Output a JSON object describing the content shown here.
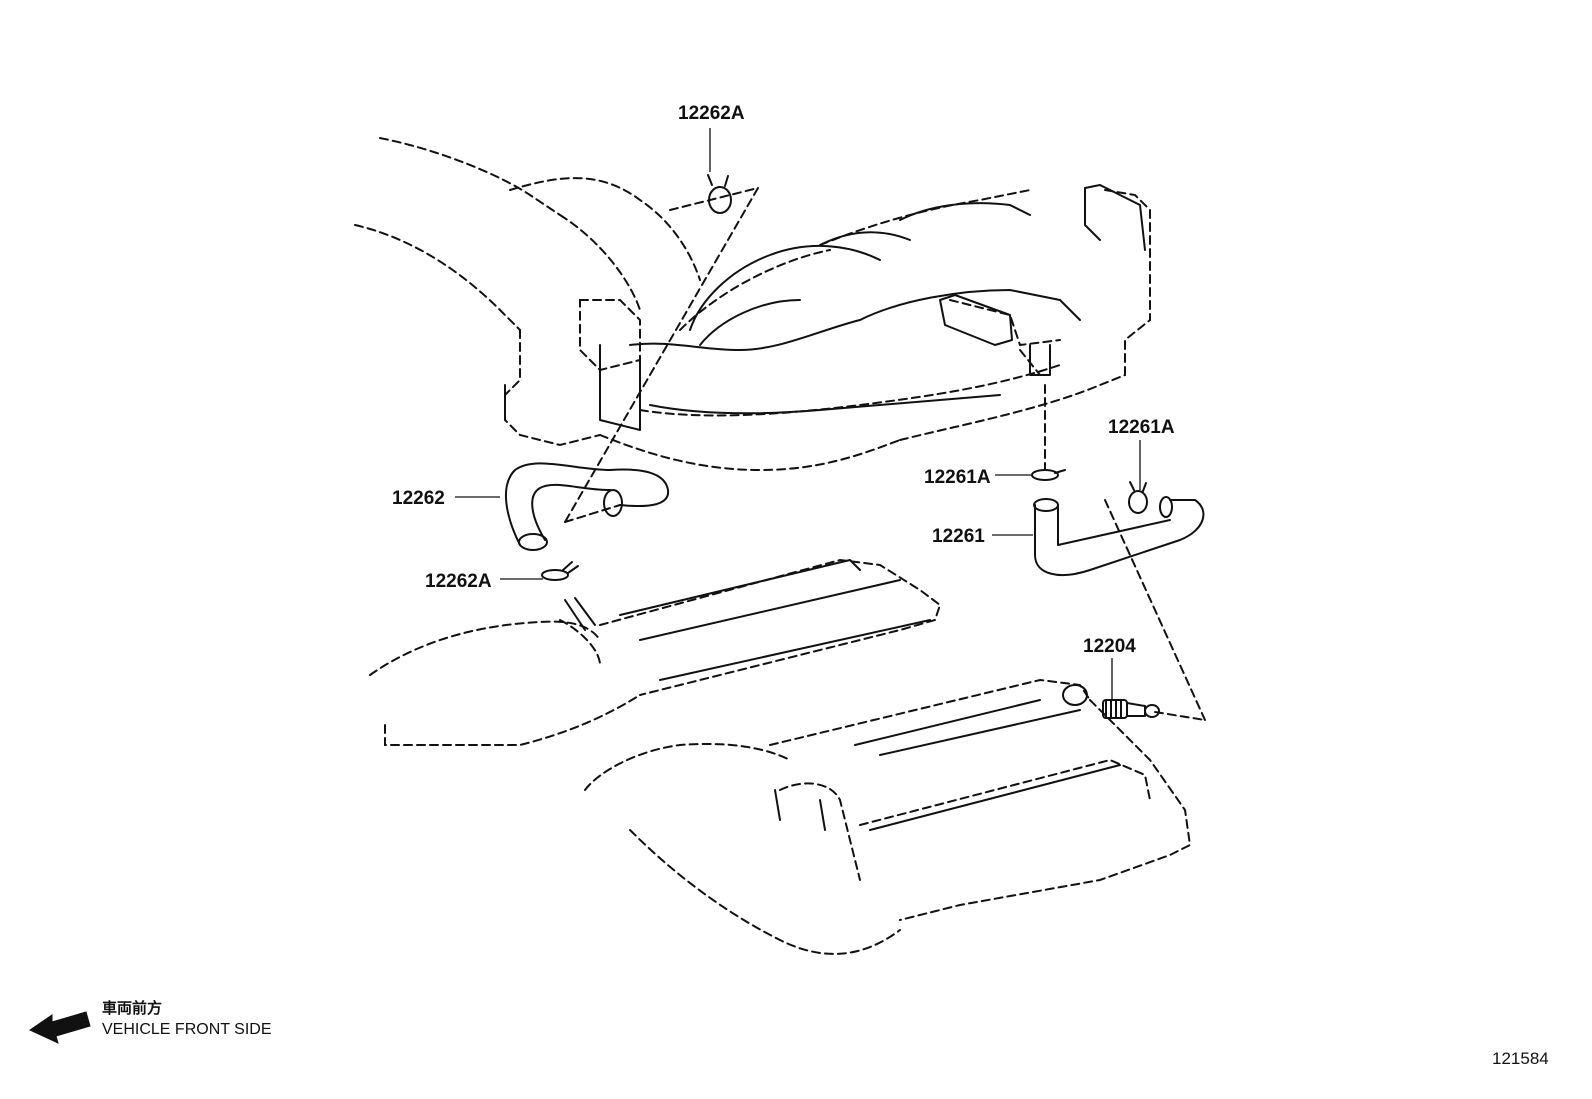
{
  "colors": {
    "line": "#111111",
    "background": "#ffffff"
  },
  "parts": {
    "clamp_upper": "12262A",
    "hose_left": "12262",
    "clamp_lower": "12262A",
    "clamp_right_upper": "12261A",
    "clamp_right_mid": "12261A",
    "hose_right": "12261",
    "pcv_valve": "12204"
  },
  "legend": {
    "japanese": "車両前方",
    "english": "VEHICLE FRONT SIDE",
    "arrow_icon": "arrow-left-icon"
  },
  "reference_number": "121584"
}
